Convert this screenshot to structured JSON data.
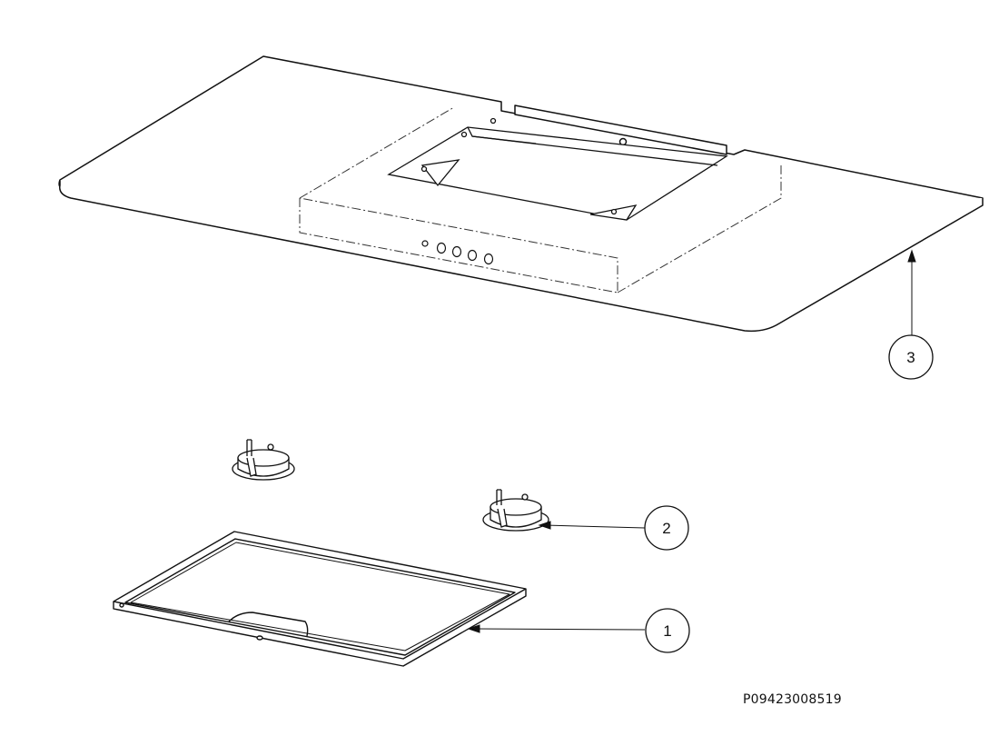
{
  "callouts": [
    {
      "id": "filter-panel",
      "label": "1"
    },
    {
      "id": "charcoal-filter",
      "label": "2"
    },
    {
      "id": "hood-canopy",
      "label": "3"
    }
  ],
  "part_code": "P09423008519",
  "colors": {
    "line": "#111111",
    "fill": "#ffffff",
    "hidden": "#333333"
  }
}
